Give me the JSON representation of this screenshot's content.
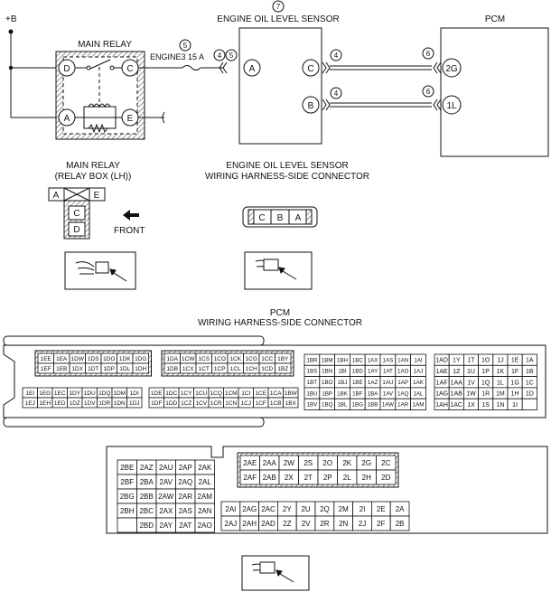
{
  "labels": {
    "supply": "+B",
    "main_relay": "MAIN RELAY",
    "engine_oil_level_sensor": "ENGINE OIL LEVEL SENSOR",
    "pcm": "PCM",
    "fuse": "ENGINE3 15 A",
    "main_relay_box": [
      "MAIN RELAY",
      "(RELAY BOX (LH))"
    ],
    "eols_connector": [
      "ENGINE OIL LEVEL SENSOR",
      "WIRING HARNESS-SIDE CONNECTOR"
    ],
    "pcm_connector": [
      "PCM",
      "WIRING HARNESS-SIDE CONNECTOR"
    ],
    "front": "FRONT"
  },
  "callouts": {
    "sensor": "7",
    "fuse": "5",
    "fuse_out": "4",
    "fuse_out2": "5",
    "wire_c": "4",
    "wire_b": "4",
    "pcm_2g": "6",
    "pcm_1l": "6"
  },
  "relay_terminals": [
    "D",
    "C",
    "A",
    "E"
  ],
  "sensor_terminals": [
    "A",
    "C",
    "B"
  ],
  "pcm_terminals": [
    "2G",
    "1L"
  ],
  "relay_connector": {
    "top": [
      "A",
      "E"
    ],
    "pins": [
      "C",
      "D"
    ]
  },
  "sensor_connector": [
    "C",
    "B",
    "A"
  ],
  "pcm1": {
    "g1": [
      [
        "1EE",
        "1EA",
        "1DW",
        "1DS",
        "1DO",
        "1DK",
        "1DG"
      ],
      [
        "1EF",
        "1EB",
        "1DX",
        "1DT",
        "1DP",
        "1DL",
        "1DH"
      ]
    ],
    "g2": [
      [
        "1DA",
        "1CW",
        "1CS",
        "1CO",
        "1CK",
        "1CG",
        "1CC",
        "1BY"
      ],
      [
        "1DB",
        "1CX",
        "1CT",
        "1CP",
        "1CL",
        "1CH",
        "1CD",
        "1BZ"
      ]
    ],
    "g3": [
      [
        "1EI",
        "1EG",
        "1EC",
        "1DY",
        "1DU",
        "1DQ",
        "1DM",
        "1DI"
      ],
      [
        "1EJ",
        "1EH",
        "1ED",
        "1DZ",
        "1DV",
        "1DR",
        "1DN",
        "1DJ"
      ]
    ],
    "g4": [
      [
        "1DE",
        "1DC",
        "1CY",
        "1CU",
        "1CQ",
        "1CM",
        "1CI",
        "1CE",
        "1CA",
        "1BW"
      ],
      [
        "1DF",
        "1DD",
        "1CZ",
        "1CV",
        "1CR",
        "1CN",
        "1CJ",
        "1CF",
        "1CB",
        "1BX"
      ]
    ],
    "g5": [
      [
        "1BR",
        "1BM",
        "1BH",
        "1BC",
        "1AX",
        "1AS",
        "1AN",
        "1AI"
      ],
      [
        "1BS",
        "1BN",
        "1BI",
        "1BD",
        "1AY",
        "1AT",
        "1AO",
        "1AJ"
      ],
      [
        "1BT",
        "1BO",
        "1BJ",
        "1BE",
        "1AZ",
        "1AU",
        "1AP",
        "1AK"
      ],
      [
        "1BU",
        "1BP",
        "1BK",
        "1BF",
        "1BA",
        "1AV",
        "1AQ",
        "1AL"
      ],
      [
        "1BV",
        "1BQ",
        "1BL",
        "1BG",
        "1BB",
        "1AW",
        "1AR",
        "1AM"
      ]
    ],
    "g6": [
      [
        "1AD",
        "1Y",
        "1T",
        "1O",
        "1J",
        "1E",
        "1A"
      ],
      [
        "1AE",
        "1Z",
        "1U",
        "1P",
        "1K",
        "1F",
        "1B"
      ],
      [
        "1AF",
        "1AA",
        "1V",
        "1Q",
        "1L",
        "1G",
        "1C"
      ],
      [
        "1AG",
        "1AB",
        "1W",
        "1R",
        "1M",
        "1H",
        "1D"
      ],
      [
        "1AH",
        "1AC",
        "1X",
        "1S",
        "1N",
        "1I",
        ""
      ]
    ]
  },
  "pcm2": {
    "left": [
      [
        "2BE",
        "2AZ",
        "2AU",
        "2AP",
        "2AK"
      ],
      [
        "2BF",
        "2BA",
        "2AV",
        "2AQ",
        "2AL"
      ],
      [
        "2BG",
        "2BB",
        "2AW",
        "2AR",
        "2AM"
      ],
      [
        "2BH",
        "2BC",
        "2AX",
        "2AS",
        "2AN"
      ],
      [
        "",
        "2BD",
        "2AY",
        "2AT",
        "2AO"
      ]
    ],
    "top": [
      [
        "2AE",
        "2AA",
        "2W",
        "2S",
        "2O",
        "2K",
        "2G",
        "2C"
      ],
      [
        "2AF",
        "2AB",
        "2X",
        "2T",
        "2P",
        "2L",
        "2H",
        "2D"
      ]
    ],
    "bottom": [
      [
        "2AI",
        "2AG",
        "2AC",
        "2Y",
        "2U",
        "2Q",
        "2M",
        "2I",
        "2E",
        "2A"
      ],
      [
        "2AJ",
        "2AH",
        "2AD",
        "2Z",
        "2V",
        "2R",
        "2N",
        "2J",
        "2F",
        "2B"
      ]
    ]
  }
}
